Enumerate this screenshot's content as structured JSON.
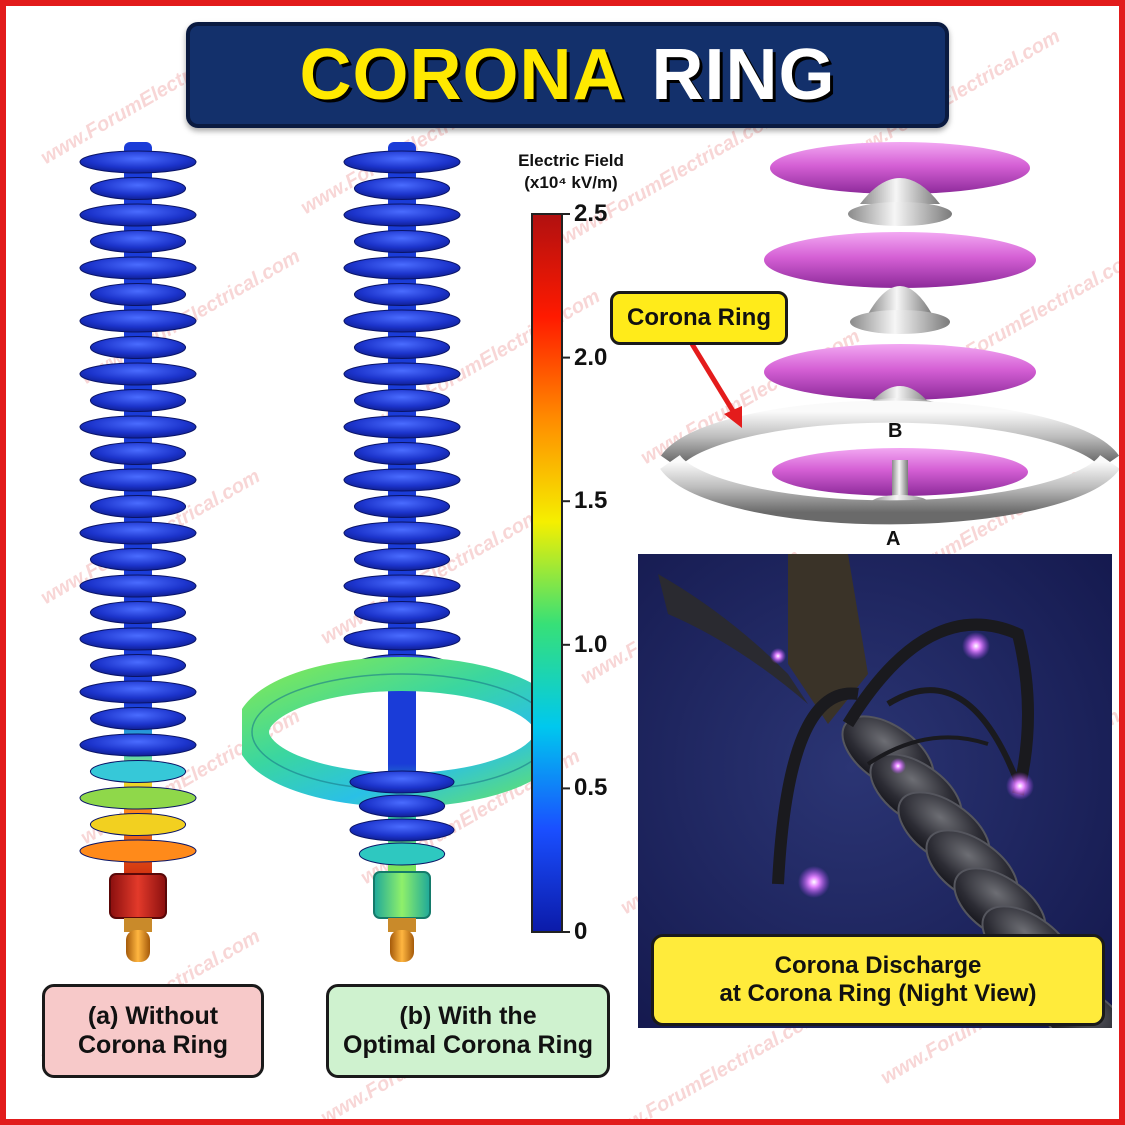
{
  "title": {
    "word1": "CORONA",
    "word2": "RING"
  },
  "watermark": "www.ForumElectrical.com",
  "panels": {
    "a": {
      "label": "(a) Without\nCorona Ring"
    },
    "b": {
      "label": "(b) With the\nOptimal Corona Ring"
    }
  },
  "color_scale": {
    "title_line1": "Electric Field",
    "title_line2": "(x10⁴ kV/m)",
    "ticks": [
      "2.5",
      "2.0",
      "1.5",
      "1.0",
      "0.5",
      "0"
    ],
    "colors": [
      "#b01010",
      "#ff1a00",
      "#ff8c00",
      "#f5ef00",
      "#37e077",
      "#00c8ee",
      "#1a4fff",
      "#0b1aa8"
    ]
  },
  "diagram": {
    "callout": "Corona Ring",
    "point_b": "B",
    "point_a": "A",
    "disc_color": "#d560d5",
    "ring_color": "#cfcfcf"
  },
  "night_view": {
    "caption": "Corona Discharge\nat Corona Ring (Night View)"
  },
  "colors": {
    "frame": "#e21b1b",
    "banner": "#13306b",
    "title_yellow": "#ffe900"
  }
}
